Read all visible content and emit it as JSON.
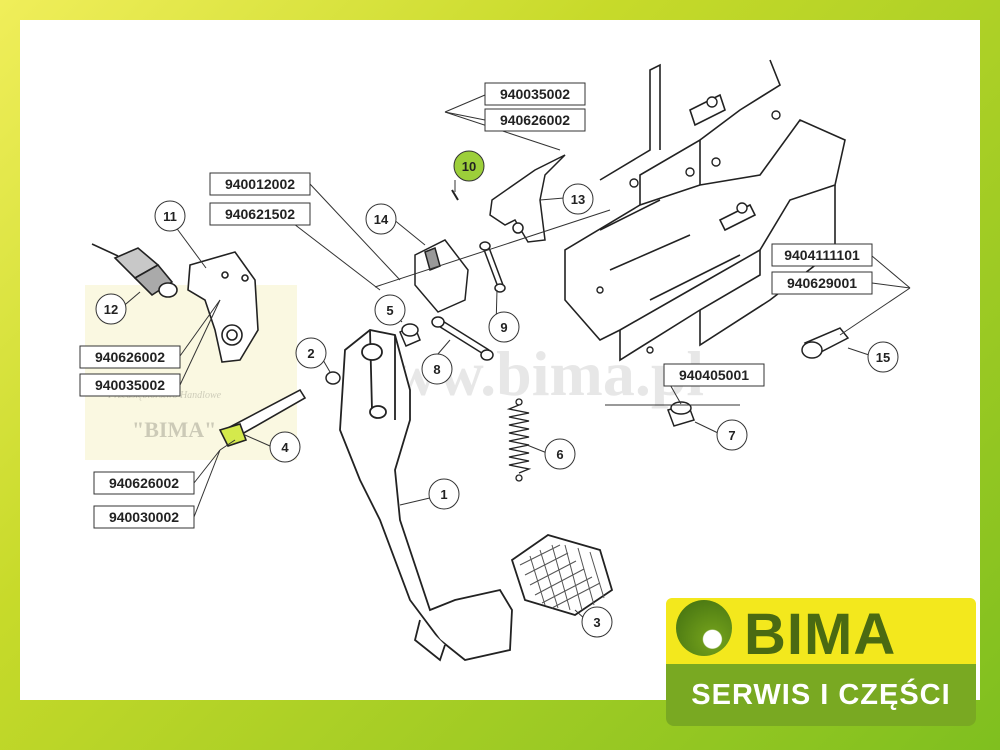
{
  "part_numbers": {
    "p940035002_top": "940035002",
    "p940626002_top": "940626002",
    "p940012002": "940012002",
    "p940621502": "940621502",
    "p9404111101": "9404111101",
    "p940629001": "940629001",
    "p940405001": "940405001",
    "p940626002_left": "940626002",
    "p940035002_left": "940035002",
    "p940626002_bottom": "940626002",
    "p940030002_bottom": "940030002"
  },
  "callouts": {
    "c1": "1",
    "c2": "2",
    "c3": "3",
    "c4": "4",
    "c5": "5",
    "c6": "6",
    "c7": "7",
    "c8": "8",
    "c9": "9",
    "c10": "10",
    "c11": "11",
    "c12": "12",
    "c13": "13",
    "c14": "14",
    "c15": "15"
  },
  "watermark": {
    "url": "www.bima.pl",
    "company_line": "Przedsiębiorstwo Handlowe",
    "company_name": "\"BIMA\""
  },
  "logo": {
    "name": "BIMA",
    "tagline": "SERWIS I CZĘŚCI"
  },
  "colors": {
    "frame_start": "#f0ee5a",
    "frame_end": "#7fbf1f",
    "logo_yellow": "#f3e81d",
    "logo_green": "#79a922",
    "highlight": "#9ccf3a"
  }
}
